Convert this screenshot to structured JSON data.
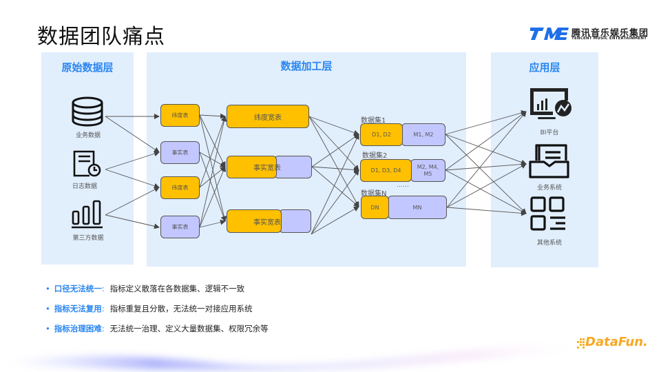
{
  "page": {
    "title": "数据团队痛点"
  },
  "logo": {
    "mark": "TME",
    "name_cn": "腾讯音乐娱乐集团",
    "name_en": "TENCENT MUSIC ENTERTAINMENT",
    "brand_color": "#1e6fe8"
  },
  "panels": {
    "raw": {
      "title": "原始数据层",
      "sources": [
        {
          "icon": "database-icon",
          "label": "业务数据"
        },
        {
          "icon": "log-document-icon",
          "label": "日志数据"
        },
        {
          "icon": "bar-chart-icon",
          "label": "第三方数据"
        }
      ]
    },
    "processing": {
      "title": "数据加工层",
      "base_tables": [
        {
          "label": "纬度表",
          "kind": "dimension"
        },
        {
          "label": "事实表",
          "kind": "fact"
        },
        {
          "label": "纬度表",
          "kind": "dimension"
        },
        {
          "label": "事实表",
          "kind": "fact"
        }
      ],
      "wide_tables": [
        {
          "label": "纬度宽表",
          "kind": "dimension"
        },
        {
          "label": "事实宽表",
          "kind": "fact"
        },
        {
          "label": "事实宽表",
          "kind": "fact"
        }
      ],
      "datasets": [
        {
          "name": "数据集1",
          "dimensions": "D1, D2",
          "metrics": "M1, M2"
        },
        {
          "name": "数据集2",
          "dimensions": "D1, D3, D4",
          "metrics": "M2, M4, M5"
        },
        {
          "name": "数据集N",
          "dimensions": "DN",
          "metrics": "MN"
        }
      ],
      "ellipsis": "……"
    },
    "application": {
      "title": "应用层",
      "apps": [
        {
          "icon": "bi-dashboard-icon",
          "label": "BI平台"
        },
        {
          "icon": "business-system-icon",
          "label": "业务系统"
        },
        {
          "icon": "grid-apps-icon",
          "label": "其他系统"
        }
      ]
    }
  },
  "pain_points": [
    {
      "key": "口径无法统一",
      "separator": ":",
      "desc": "指标定义散落在各数据集、逻辑不一致"
    },
    {
      "key": "指标无法复用",
      "separator": ":",
      "desc": "指标重复且分散，无法统一对接应用系统"
    },
    {
      "key": "指标治理困难",
      "separator": ":",
      "desc": "无法统一治理、定义大量数据集、权限冗余等"
    }
  ],
  "footer": {
    "brand": "DataFun."
  },
  "colors": {
    "accent": "#2a86f0",
    "panel_bg": "#e1eefc",
    "dimension_box": "#ffc000",
    "fact_box": "#c2c7ff"
  }
}
